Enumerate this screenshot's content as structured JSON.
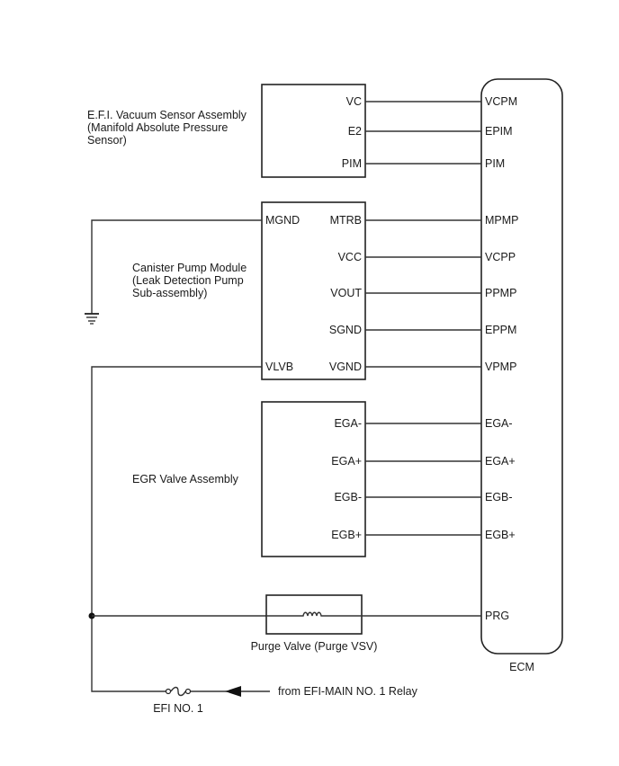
{
  "ecm": {
    "label": "ECM"
  },
  "components": {
    "map_sensor": {
      "name_lines": [
        "E.F.I. Vacuum Sensor Assembly",
        "(Manifold Absolute Pressure",
        "Sensor)"
      ],
      "pins": [
        {
          "pin": "VC",
          "ecm_pin": "VCPM"
        },
        {
          "pin": "E2",
          "ecm_pin": "EPIM"
        },
        {
          "pin": "PIM",
          "ecm_pin": "PIM"
        }
      ]
    },
    "canister_pump": {
      "name_lines": [
        "Canister Pump Module",
        "(Leak Detection Pump",
        "Sub-assembly)"
      ],
      "left_pins": [
        "MGND",
        "VLVB"
      ],
      "pins": [
        {
          "pin": "MTRB",
          "ecm_pin": "MPMP"
        },
        {
          "pin": "VCC",
          "ecm_pin": "VCPP"
        },
        {
          "pin": "VOUT",
          "ecm_pin": "PPMP"
        },
        {
          "pin": "SGND",
          "ecm_pin": "EPPM"
        },
        {
          "pin": "VGND",
          "ecm_pin": "VPMP"
        }
      ]
    },
    "egr_valve": {
      "name_lines": [
        "EGR Valve Assembly"
      ],
      "pins": [
        {
          "pin": "EGA-",
          "ecm_pin": "EGA-"
        },
        {
          "pin": "EGA+",
          "ecm_pin": "EGA+"
        },
        {
          "pin": "EGB-",
          "ecm_pin": "EGB-"
        },
        {
          "pin": "EGB+",
          "ecm_pin": "EGB+"
        }
      ]
    },
    "purge_valve": {
      "name": "Purge Valve (Purge VSV)",
      "ecm_pin": "PRG"
    },
    "fuse": {
      "name": "EFI NO. 1"
    },
    "source": {
      "label": "from EFI-MAIN NO. 1 Relay"
    }
  }
}
